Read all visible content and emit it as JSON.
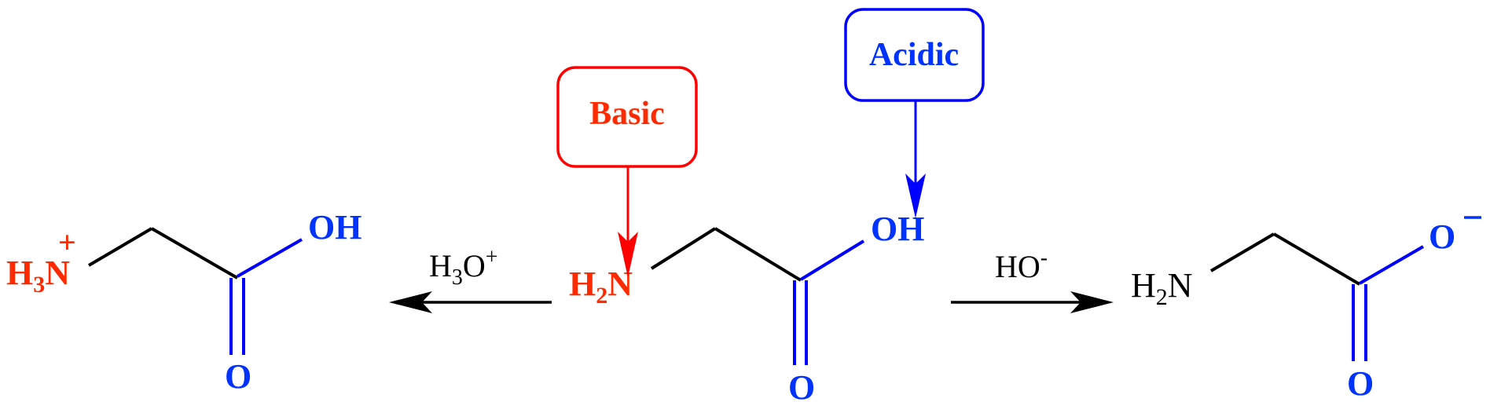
{
  "colors": {
    "basic": "#ff2a00",
    "acidic": "#0033ff",
    "bond_blue": "#0000ff",
    "black": "#000000"
  },
  "callouts": {
    "basic": {
      "label": "Basic"
    },
    "acidic": {
      "label": "Acidic"
    }
  },
  "molecules": {
    "protonated": {
      "amine": {
        "H": "H",
        "sub": "3",
        "N": "N",
        "charge": "+"
      },
      "hydroxyl": "OH",
      "carbonyl_O": "O"
    },
    "neutral": {
      "amine": {
        "H": "H",
        "sub": "2",
        "N": "N"
      },
      "hydroxyl": "OH",
      "carbonyl_O": "O"
    },
    "deprotonated": {
      "amine": {
        "H": "H",
        "sub": "2",
        "N": "N"
      },
      "oxide": "O",
      "oxide_charge": "−",
      "carbonyl_O": "O"
    }
  },
  "reagents": {
    "left": {
      "base": "H",
      "sub": "3",
      "tail": "O",
      "sup": "+"
    },
    "right": {
      "base": "HO",
      "sup": "-"
    }
  }
}
